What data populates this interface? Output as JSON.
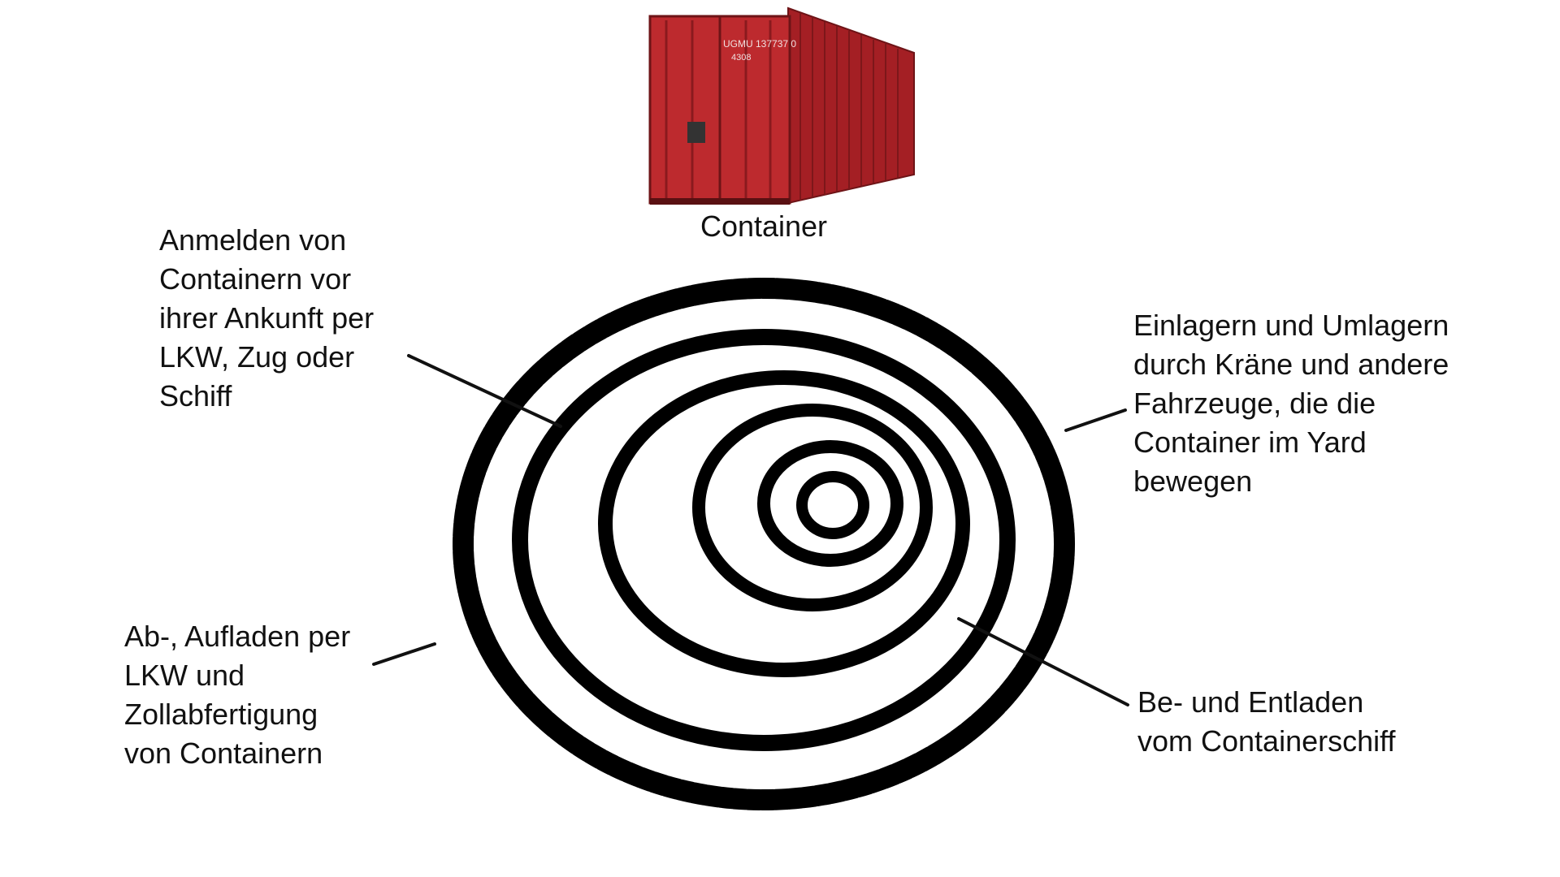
{
  "container": {
    "caption": "Container",
    "color": "#b3262a",
    "marking_line1": "UGMU 137737 0",
    "marking_line2": "4308"
  },
  "labels": {
    "top_left": "Anmelden von\nContainern vor\nihrer Ankunft per\nLKW, Zug oder\nSchiff",
    "right_top": "Einlagern und Umlagern\ndurch Kräne und andere\nFahrzeuge, die die\nContainer im Yard\nbewegen",
    "bottom_left": "Ab-, Aufladen per\nLKW und\nZollabfertigung\nvon Containern",
    "right_bottom": "Be- und Entladen\nvom Containerschiff"
  },
  "colors": {
    "rings": "#000000",
    "text": "#111111",
    "background": "#ffffff"
  }
}
